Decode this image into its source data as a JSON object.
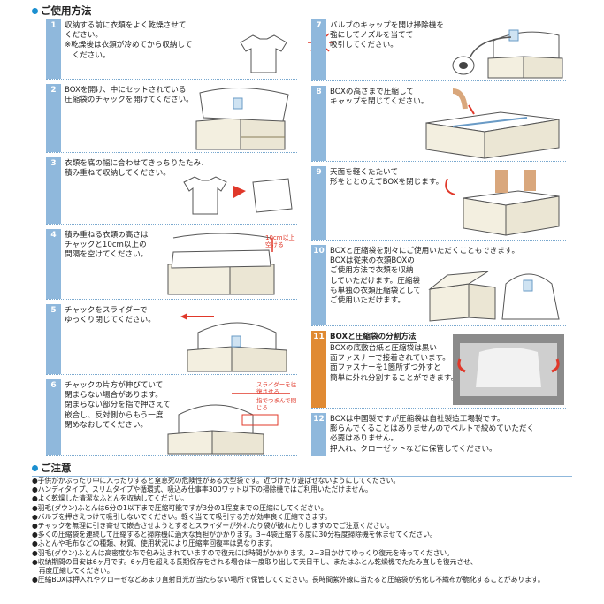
{
  "headers": {
    "usage": "ご使用方法",
    "cautions": "ご注意"
  },
  "steps": [
    {
      "num": "1",
      "text": "収納する前に衣類をよく乾燥させて\nください。\n※乾燥後は衣類が冷めてから収納して\n　ください。"
    },
    {
      "num": "2",
      "text": "BOXを開け、中にセットされている\n圧縮袋のチャックを開けてください。"
    },
    {
      "num": "3",
      "text": "衣類を底の幅に合わせてきっちりたたみ、\n積み重ねて収納してください。"
    },
    {
      "num": "4",
      "text": "積み重ねる衣類の高さは\nチャックと10cm以上の\n間隔を空けてください。"
    },
    {
      "num": "5",
      "text": "チャックをスライダーで\nゆっくり閉じてください。"
    },
    {
      "num": "6",
      "text": "チャックの片方が伸びていて\n閉まらない場合があります。\n閉まらない部分を指で押さえて\n嵌合し、反対側からもう一度\n閉めなおしてください。"
    },
    {
      "num": "7",
      "text": "バルブのキャップを開け掃除機を\n強にしてノズルを当てて\n吸引してください。"
    },
    {
      "num": "8",
      "text": "BOXの高さまで圧縮して\nキャップを閉じてください。"
    },
    {
      "num": "9",
      "text": "天面を軽くたたいて\n形をととのえてBOXを閉じます。"
    },
    {
      "num": "10",
      "text": "BOXと圧縮袋を別々にご使用いただくこともできます。\nBOXは従来の衣類BOXの\nご使用方法で衣類を収納\nしていただけます。圧縮袋\nも単独の衣類圧縮袋として\nご使用いただけます。"
    },
    {
      "num": "11",
      "title": "BOXと圧縮袋の分割方法",
      "text": "BOXの底敷台紙と圧縮袋は黒い\n面ファスナーで接着されています。\n面ファスナーを1箇所ずつ外すと\n簡単に外れ分割することができます。"
    },
    {
      "num": "12",
      "text": "BOXは中国製ですが圧縮袋は自社製造工場製です。\n膨らんでくることはありませんのでベルトで絞めていただく\n必要はありません。\n押入れ、クローゼットなどに保管してください。"
    }
  ],
  "labels": {
    "gap": "10cm以上\n空ける",
    "slider_hold": "スライダーを往復させる",
    "finger_press": "指でつまんで閉じる"
  },
  "notes": [
    "●子供がかぶったり中に入ったりすると窒息死の危険性がある大型袋です。近づけたり遊ばせないようにしてください。",
    "●ハンディタイプ、スリムタイプや循環式、吸込み仕事率300ワット以下の掃除機ではご利用いただけません。",
    "●よく乾燥した清潔なふとんを収納してください。",
    "●羽毛(ダウン)ふとんは6分の1以下まで圧縮可能ですが3分の1程度までの圧縮にしてください。",
    "●バルブを押さえつけて吸引しないでください。軽く当てて吸引する方が効率良く圧縮できます。",
    "●チャックを無理に引き寄せて嵌合させようとするとスライダーが外れたり袋が破れたりしますのでご注意ください。",
    "●多くの圧縮袋を連続して圧縮すると掃除機に過大な負担がかかります。3~4袋圧縮する度に30分程度掃除機を休ませてください。",
    "●ふとんや毛布などの種類、材質、使用状況により圧縮率回復率は異なります。",
    "●羽毛(ダウン)ふとんは高密度な布で包み込まれていますので復元には時間がかかります。2~3日かけてゆっくり復元を待ってください。",
    "●収納期間の目安は6ヶ月です。6ヶ月を超える長期保存をされる場合は一度取り出して天日干し、またはふとん乾燥機でたたみ直しを復元させ、\n　再度圧縮してください。",
    "●圧縮BOXは押入れやクローゼなどあまり直射日光が当たらない場所で保管してください。長時間紫外線に当たると圧縮袋が劣化し不織布が脆化することがあります。"
  ],
  "colors": {
    "accent_blue": "#1b8fd0",
    "step_blue": "#8fb8dc",
    "step_orange": "#e08a33",
    "red_arrow": "#e0382a"
  }
}
